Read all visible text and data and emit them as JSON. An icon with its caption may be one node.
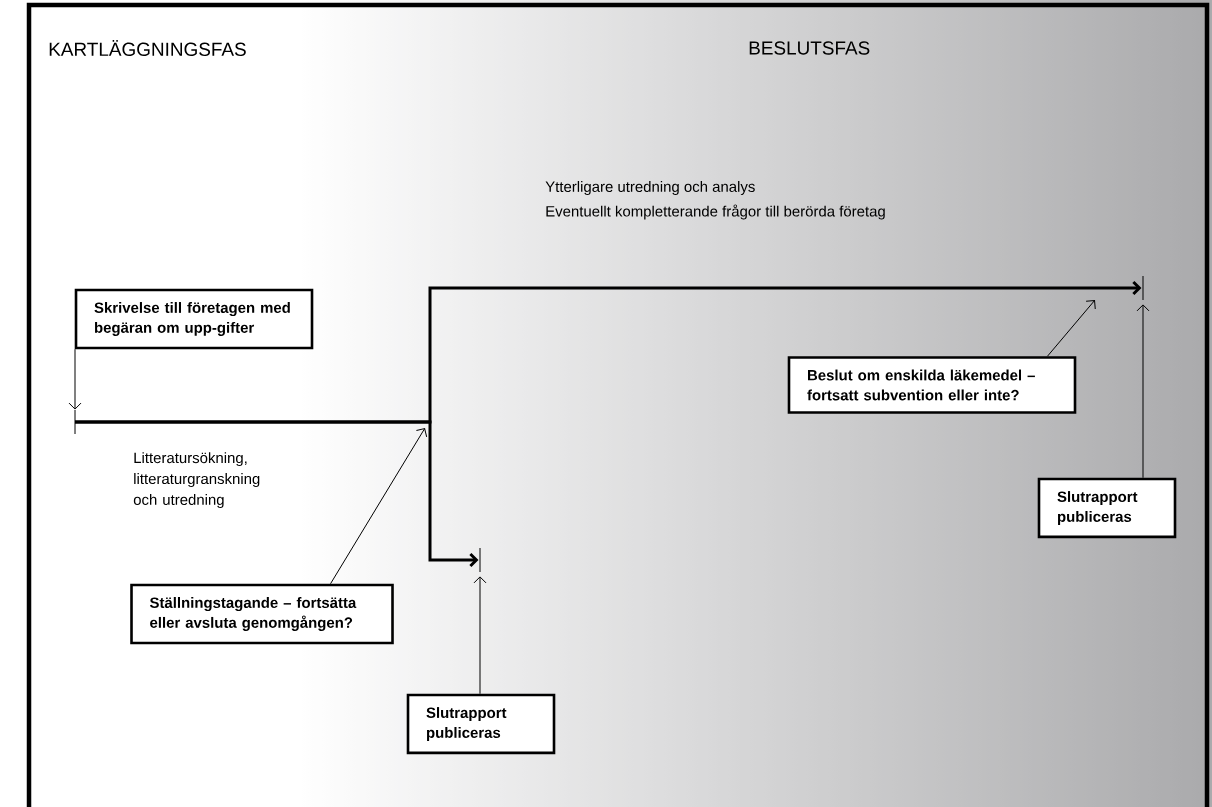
{
  "diagram": {
    "nodes": [
      {
        "text": [
          "Skrivelse till företagen med begäran om upp-gifter"
        ]
      },
      {
        "text": [],
        "shape": "bar"
      },
      {
        "text": [
          "Ställningstagande – fortsätta eller avsluta genomgången?"
        ]
      },
      {
        "text": [],
        "shape": "bar"
      },
      {
        "text": [
          "Slutrapport publiceras"
        ]
      },
      {
        "text": [
          "Beslut om enskilda läkemedel – fortsatt subvention eller inte?"
        ]
      },
      {
        "text": [],
        "shape": "bar"
      },
      {
        "text": [
          "Slutrapport publiceras"
        ]
      }
    ],
    "edges": [
      {
        "from": 0,
        "to": 1,
        "arrow": "to"
      },
      {
        "from": 1,
        "to": 3,
        "arrow": "to",
        "style": "thick"
      },
      {
        "from": 1,
        "to": 6,
        "arrow": "to",
        "style": "thick"
      },
      {
        "from": 2,
        "to": null,
        "arrow": "to"
      },
      {
        "from": 4,
        "to": 3,
        "arrow": "to"
      },
      {
        "from": 5,
        "to": null,
        "arrow": "to"
      },
      {
        "from": 7,
        "to": 6,
        "arrow": "to"
      }
    ],
    "labels": [
      "KARTLÄGGNINGSFAS",
      "BESLUTSFAS",
      "Ytterligare utredning och analys",
      "Eventuellt kompletterande frågor till berörda företag",
      "Litteratursökning, litteraturgranskning och utredning"
    ]
  }
}
